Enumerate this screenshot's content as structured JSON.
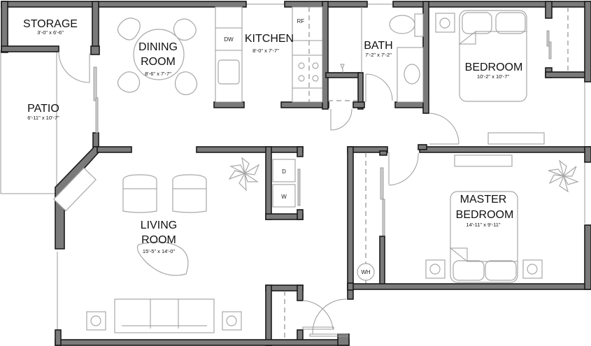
{
  "rooms": {
    "storage": {
      "name": "STORAGE",
      "dims": "3'-0\" x 6'-6\""
    },
    "dining": {
      "name_line1": "DINING",
      "name_line2": "ROOM",
      "dims": "8'-6\" x 7'-7\""
    },
    "kitchen": {
      "name": "KITCHEN",
      "dims": "8'-0\" x 7'-7\""
    },
    "bath": {
      "name": "BATH",
      "dims": "7'-2\" x 7'-2\""
    },
    "bedroom": {
      "name": "BEDROOM",
      "dims": "10'-2\" x 10'-7\""
    },
    "patio": {
      "name": "PATIO",
      "dims": "6'-11\" x 10'-7\""
    },
    "living": {
      "name_line1": "LIVING",
      "name_line2": "ROOM",
      "dims": "15'-5\" x 14'-0\""
    },
    "master": {
      "name_line1": "MASTER",
      "name_line2": "BEDROOM",
      "dims": "14'-11\" x 9'-11\""
    }
  },
  "appliances": {
    "dishwasher": "DW",
    "refrigerator": "RF",
    "dryer": "D",
    "washer": "W",
    "water_heater": "WH"
  },
  "colors": {
    "wall_fill": "#7a7a7a",
    "wall_outline": "#1a1a1a",
    "fixture_line": "#a8a8a8"
  }
}
